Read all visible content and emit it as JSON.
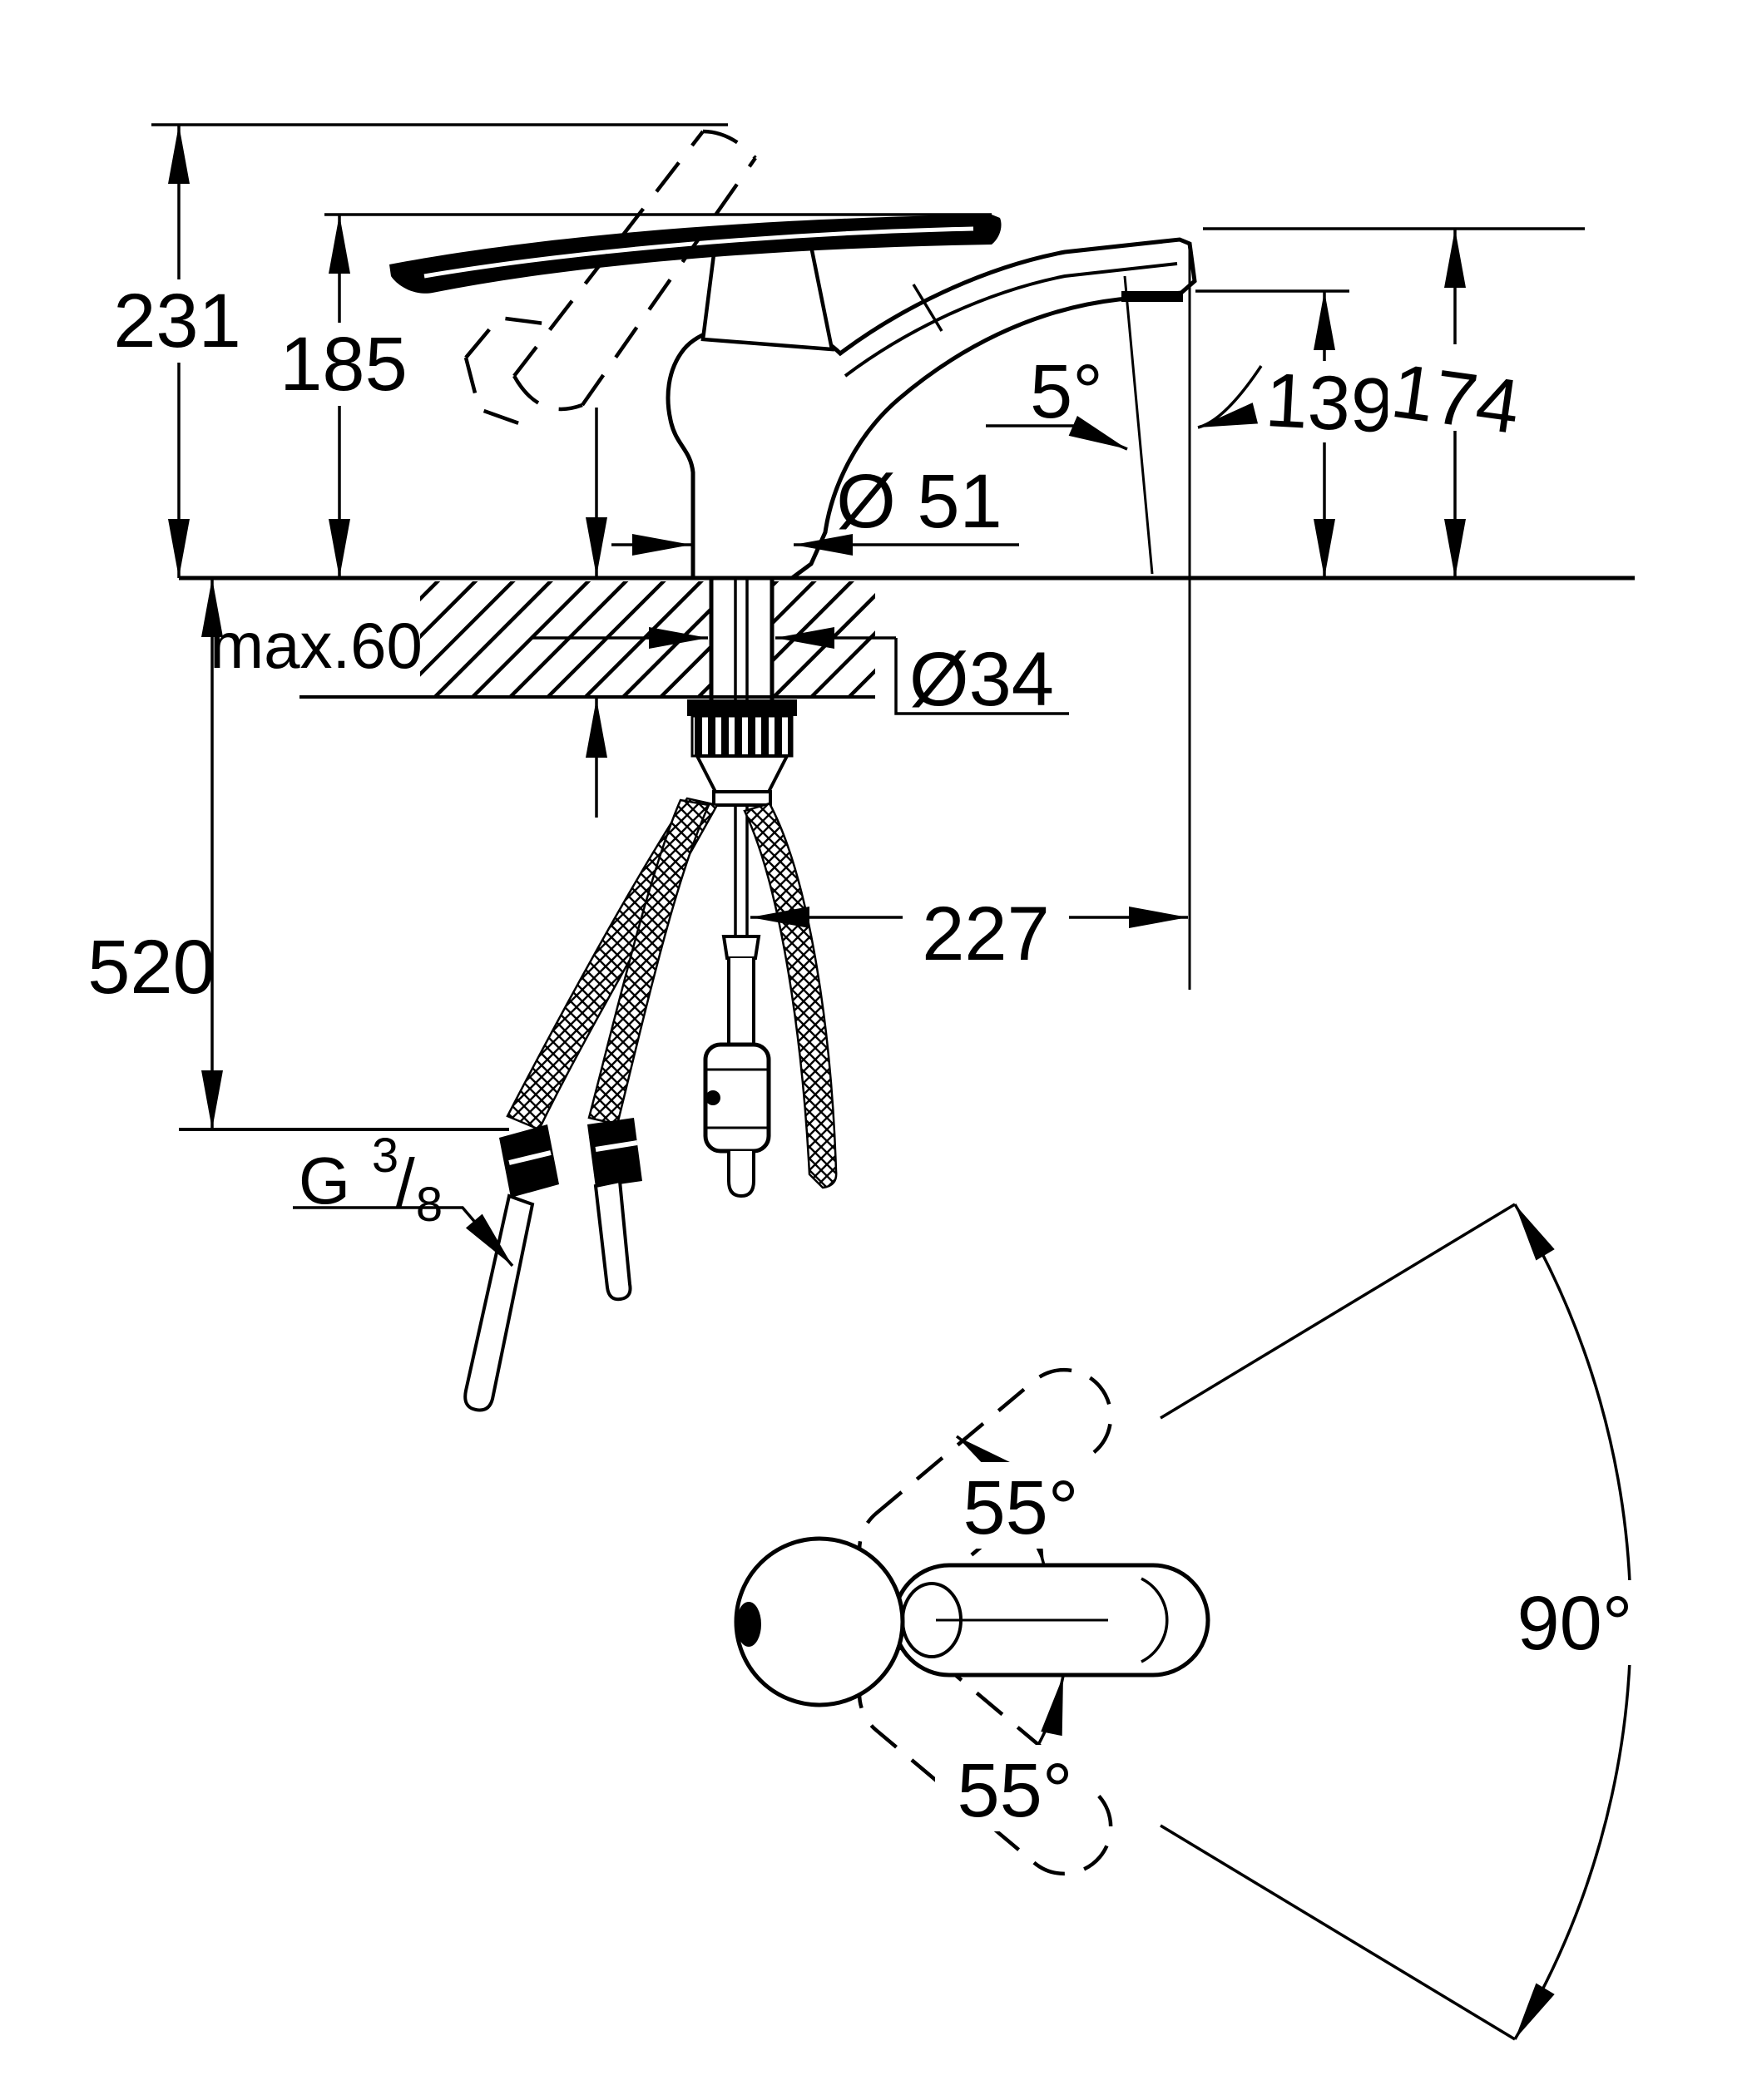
{
  "side_view": {
    "total_height": "231",
    "handle_height": "185",
    "below_deck_depth": "520",
    "counter_thickness": "max.60",
    "base_diameter": "Ø 51",
    "hole_diameter": "Ø34",
    "spray_angle": "5°",
    "outlet_height": "139",
    "spout_top_height": "174",
    "spout_reach": "227",
    "thread": {
      "letter": "G",
      "numerator": "3",
      "slash": "/",
      "denominator": "8"
    }
  },
  "plan_view": {
    "swivel_upper": "55°",
    "swivel_total": "90°",
    "swivel_lower": "55°"
  },
  "colors": {
    "line": "#000000",
    "background": "#ffffff"
  }
}
